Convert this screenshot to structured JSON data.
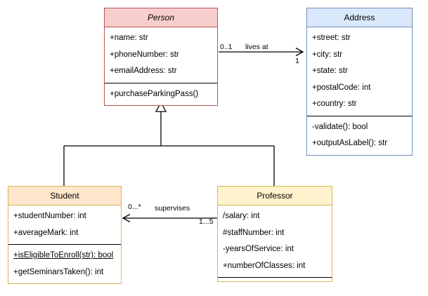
{
  "diagram": {
    "type": "uml-class-diagram",
    "classes": [
      {
        "id": "person",
        "name": "Person",
        "abstract": true,
        "header_color": "#f8cecc",
        "border_color": "#b85450",
        "attributes": [
          "+name: str",
          "+phoneNumber: str",
          "+emailAddress: str"
        ],
        "methods": [
          "+purchaseParkingPass()"
        ]
      },
      {
        "id": "address",
        "name": "Address",
        "abstract": false,
        "header_color": "#dae8fc",
        "border_color": "#6c8ebf",
        "attributes": [
          "+street: str",
          "+city: str",
          "+state: str",
          "+postalCode: int",
          "+country: str"
        ],
        "methods": [
          "-validate(): bool",
          "+outputAsLabel(): str"
        ]
      },
      {
        "id": "student",
        "name": "Student",
        "abstract": false,
        "header_color": "#ffe6cc",
        "border_color": "#d6b656",
        "attributes": [
          "+studentNumber: int",
          "+averageMark: int"
        ],
        "methods": [
          "+isEligibleToEnroll(str): bool",
          "+getSeminarsTaken(): int"
        ],
        "static_methods": [
          "+isEligibleToEnroll(str): bool"
        ]
      },
      {
        "id": "professor",
        "name": "Professor",
        "abstract": false,
        "header_color": "#fff2cc",
        "border_color": "#d6b656",
        "attributes": [
          "/salary: int",
          "#staffNumber: int",
          "-yearsOfService: int",
          "+numberOfClasses: int"
        ],
        "methods": []
      }
    ],
    "relationships": [
      {
        "id": "lives-at",
        "kind": "association",
        "from": "Person",
        "to": "Address",
        "label": "lives at",
        "source_multiplicity": "0..1",
        "target_multiplicity": "1"
      },
      {
        "id": "supervises",
        "kind": "association",
        "from": "Professor",
        "to": "Student",
        "label": "supervises",
        "source_multiplicity": "1...5",
        "target_multiplicity": "0...*"
      },
      {
        "id": "student-generalization",
        "kind": "generalization",
        "from": "Student",
        "to": "Person",
        "label": ""
      },
      {
        "id": "professor-generalization",
        "kind": "generalization",
        "from": "Professor",
        "to": "Person",
        "label": ""
      }
    ]
  }
}
